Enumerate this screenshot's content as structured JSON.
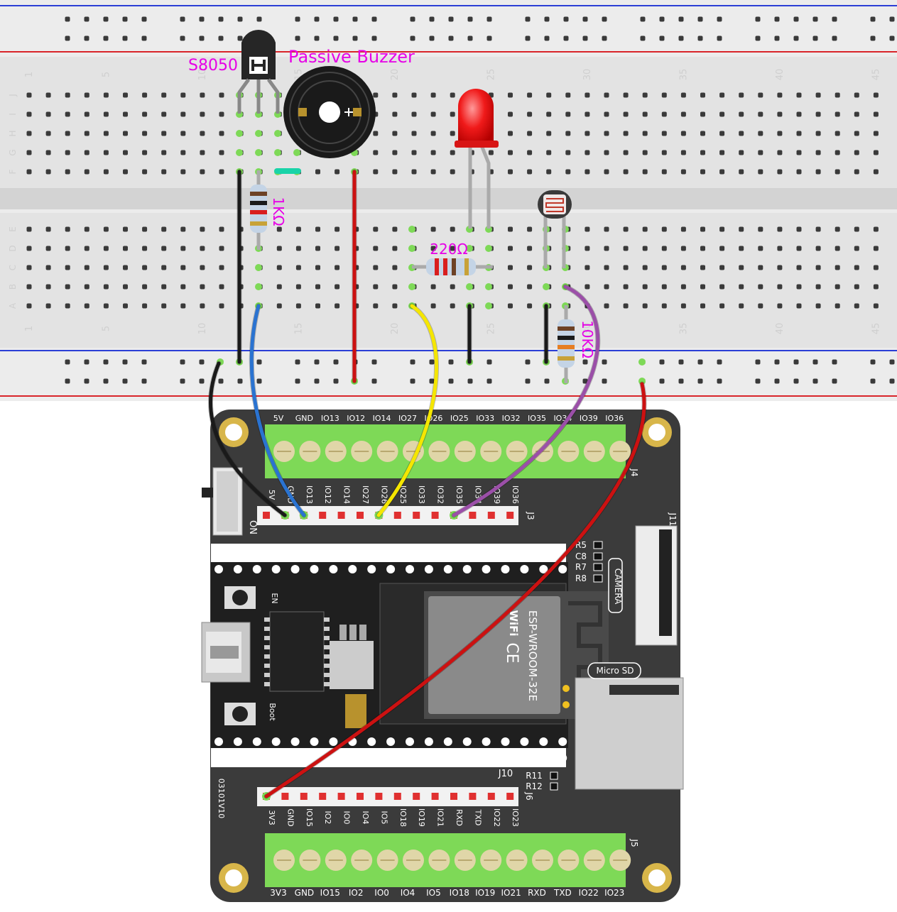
{
  "components": {
    "transistor": "S8050",
    "buzzer": "Passive Buzzer",
    "resistor_base": "1KΩ",
    "resistor_led": "220Ω",
    "resistor_ldr": "10KΩ"
  },
  "breadboard": {
    "col_numbers": [
      "1",
      "5",
      "10",
      "15",
      "20",
      "25",
      "30",
      "35",
      "40",
      "45"
    ],
    "top_rows": [
      "J",
      "I",
      "H",
      "G",
      "F"
    ],
    "bottom_rows": [
      "E",
      "D",
      "C",
      "B",
      "A"
    ]
  },
  "board": {
    "top_terminal_labels": [
      "5V",
      "GND",
      "IO13",
      "IO12",
      "IO14",
      "IO27",
      "IO26",
      "IO25",
      "IO33",
      "IO32",
      "IO35",
      "IO34",
      "IO39",
      "IO36"
    ],
    "bottom_terminal_labels": [
      "3V3",
      "GND",
      "IO15",
      "IO2",
      "IO0",
      "IO4",
      "IO5",
      "IO18",
      "IO19",
      "IO21",
      "RXD",
      "TXD",
      "IO22",
      "IO23"
    ],
    "header_j3_labels": [
      "5V",
      "GND",
      "IO13",
      "IO12",
      "IO14",
      "IO27",
      "IO26",
      "IO25",
      "IO33",
      "IO32",
      "IO35",
      "IO34",
      "IO39",
      "IO36"
    ],
    "header_j6_labels": [
      "3V3",
      "GND",
      "IO15",
      "IO2",
      "IO0",
      "IO4",
      "IO5",
      "IO18",
      "IO19",
      "IO21",
      "RXD",
      "TXD",
      "IO22",
      "IO23"
    ],
    "j3": "J3",
    "j4": "J4",
    "j5": "J5",
    "j6": "J6",
    "j10": "J10",
    "j11": "J11",
    "r_labels": [
      "R5",
      "C8",
      "R7",
      "R8"
    ],
    "r11": "R11",
    "r12": "R12",
    "camera": "CAMERA",
    "micro_sd": "Micro SD",
    "module": "ESP-WROOM-32E",
    "wifi": "WiFi",
    "on": "ON",
    "en": "EN",
    "boot": "Boot",
    "version": "03101V10"
  },
  "colors": {
    "board": "#3b3b3b",
    "terminal_green": "#7ed957",
    "wire_black": "#1a1a1a",
    "wire_blue": "#2a73d1",
    "wire_red": "#cc1111",
    "wire_yellow": "#f5e600",
    "wire_purple": "#9b4fa8",
    "label_magenta": "#e600e6",
    "rail_red": "#d9252a",
    "rail_blue": "#2b3fd6"
  }
}
